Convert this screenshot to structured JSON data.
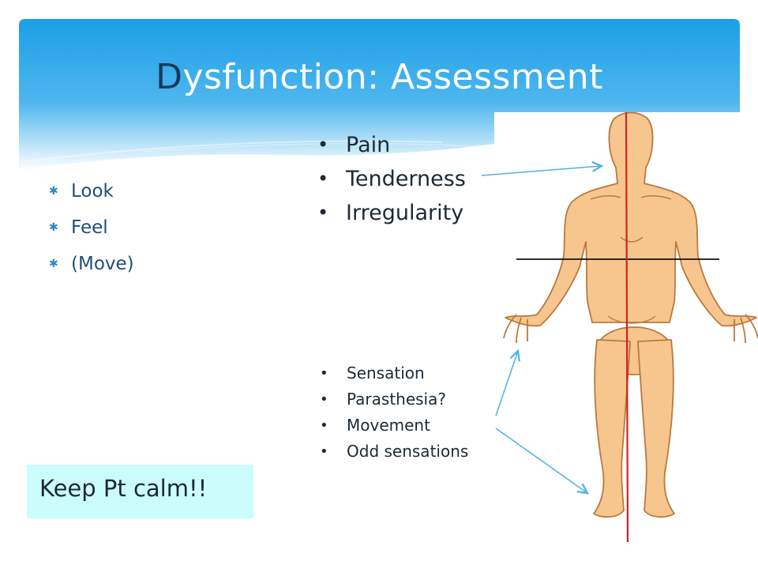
{
  "slide": {
    "title_first_letter": "D",
    "title_rest": "ysfunction: Assessment",
    "left_bullets": [
      "Look",
      "Feel",
      "(Move)"
    ],
    "top_bullets": [
      "Pain",
      "Tenderness",
      "Irregularity"
    ],
    "bottom_bullets": [
      "Sensation",
      "Parasthesia?",
      "Movement",
      "Odd sensations"
    ],
    "callout": "Keep Pt calm!!"
  },
  "colors": {
    "banner_top": "#1b9fe6",
    "banner_bottom": "#ffffff",
    "title_accent": "#173a5c",
    "callout_bg": "#ccfdfd",
    "skin": "#f7c58e",
    "skin_outline": "#b97a3c",
    "midline": "#d42222",
    "arrow": "#4fb1e6"
  },
  "icons": {
    "left_bullet": "sparkle-icon",
    "figure": "human-body-anterior-figure"
  }
}
